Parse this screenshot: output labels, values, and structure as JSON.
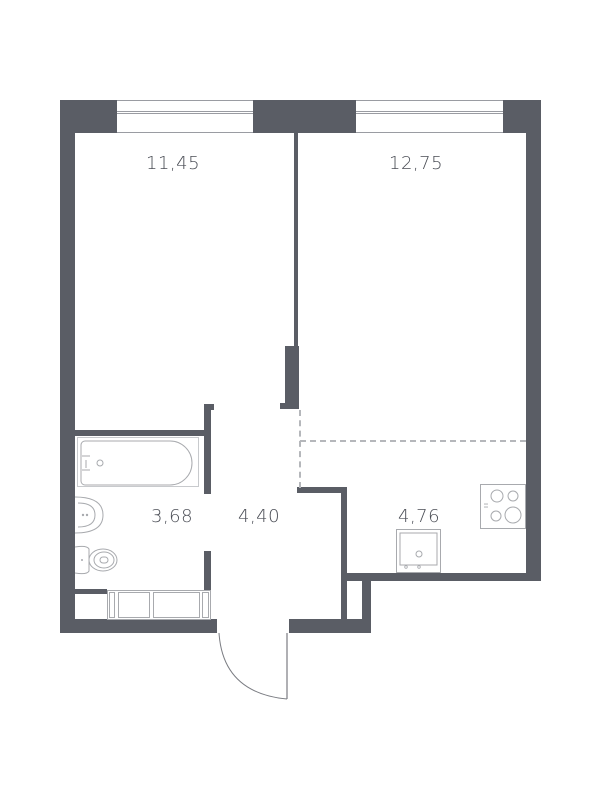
{
  "plan": {
    "type": "apartment-floor-plan",
    "rooms": [
      {
        "id": "bedroom",
        "area": "11,45"
      },
      {
        "id": "living-room",
        "area": "12,75"
      },
      {
        "id": "bathroom",
        "area": "3,68"
      },
      {
        "id": "hallway",
        "area": "4,40"
      },
      {
        "id": "kitchen",
        "area": "4,76"
      }
    ],
    "colors": {
      "wall": "#5a5d65",
      "fixture_line": "#a8aaae",
      "dashed_zone": "#b5b7bb",
      "label": "#4a4d55"
    }
  }
}
